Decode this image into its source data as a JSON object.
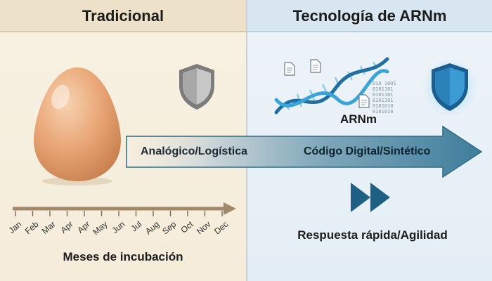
{
  "panels": {
    "left": {
      "title": "Tradicional",
      "timeline_label": "Meses de incubación"
    },
    "right": {
      "title": "Tecnología de ARNm",
      "dna_label": "ARNm",
      "response_label": "Respuesta rápida/Agilidad"
    }
  },
  "arrow": {
    "left_text": "Analógico/Logística",
    "right_text": "Código Digital/Sintético"
  },
  "timeline": {
    "months": [
      "Jan",
      "Feb",
      "Mar",
      "Apr",
      "Apr",
      "May",
      "Jun",
      "Jul",
      "Aug",
      "Sep",
      "Oct",
      "Nov",
      "Dec"
    ]
  },
  "binary_text": [
    "010 1001",
    "0101101",
    "0101101",
    "0101101",
    "0101010",
    "0101010"
  ],
  "colors": {
    "egg": "#e9a97c",
    "shield_gray": "#9a9a9a",
    "shield_blue": "#2b7fb6",
    "arrow_teal": "#4e8aa6",
    "dna_blue": "#3aa4d8"
  },
  "icons": {
    "egg": "egg-icon",
    "shield_traditional": "shield-icon",
    "shield_mrna": "shield-glow-icon",
    "dna": "dna-helix-icon",
    "fast_forward": "fast-forward-icon",
    "document": "document-icon"
  }
}
